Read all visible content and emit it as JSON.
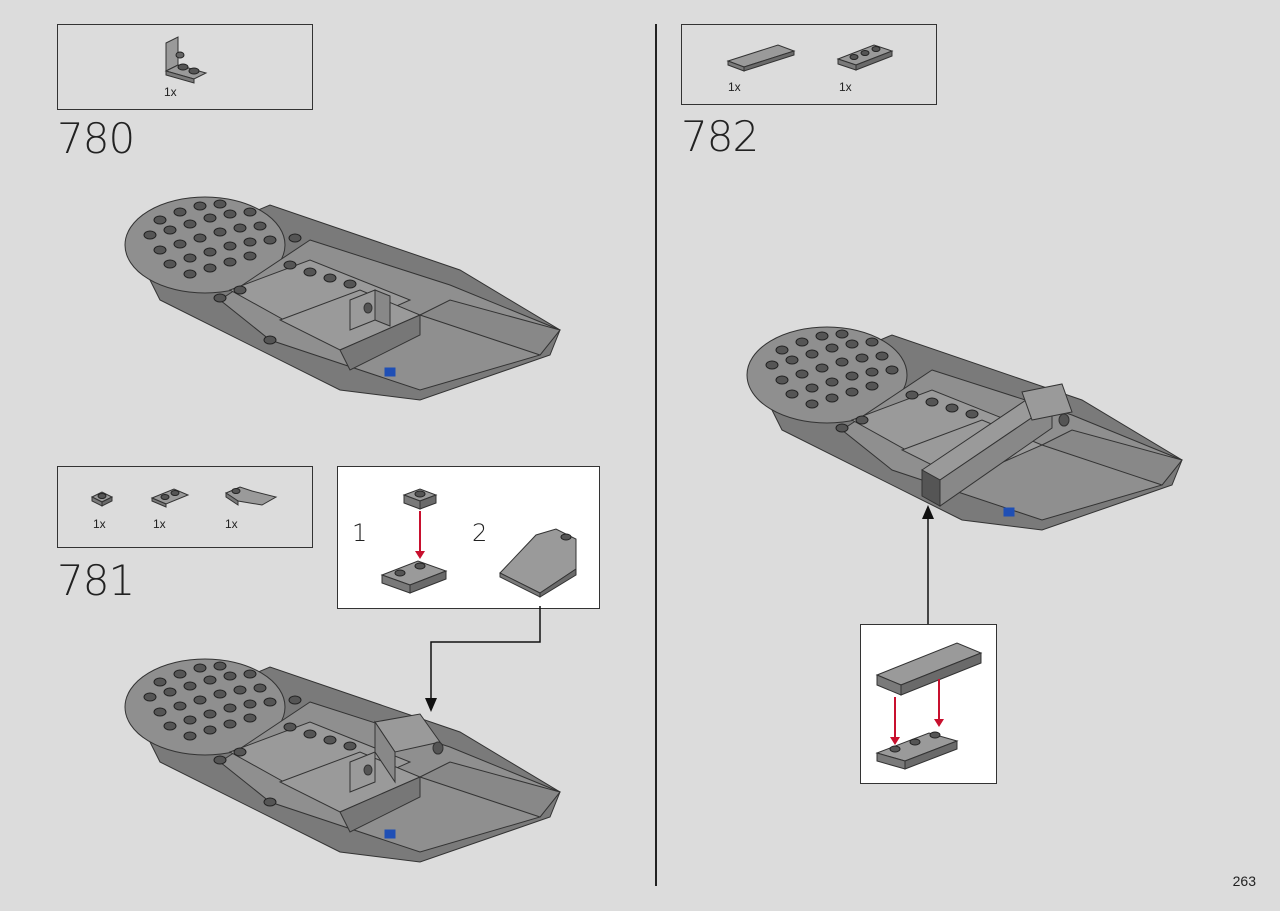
{
  "page": {
    "number": "263"
  },
  "steps": [
    {
      "number": "780",
      "parts": [
        {
          "qty": "1x",
          "part": "bracket-1x2-up"
        }
      ]
    },
    {
      "number": "781",
      "parts": [
        {
          "qty": "1x",
          "part": "plate-1x1"
        },
        {
          "qty": "1x",
          "part": "plate-1x2"
        },
        {
          "qty": "1x",
          "part": "slope-curved-1x2"
        }
      ],
      "callout": {
        "substeps": [
          "1",
          "2"
        ]
      }
    },
    {
      "number": "782",
      "parts": [
        {
          "qty": "1x",
          "part": "tile-1x4"
        },
        {
          "qty": "1x",
          "part": "plate-1x3"
        }
      ]
    }
  ],
  "colors": {
    "arrow_red": "#c8102e",
    "brick_gray": "#8a8a8a",
    "brick_dark": "#555555",
    "accent_blue": "#1f4fb5"
  }
}
